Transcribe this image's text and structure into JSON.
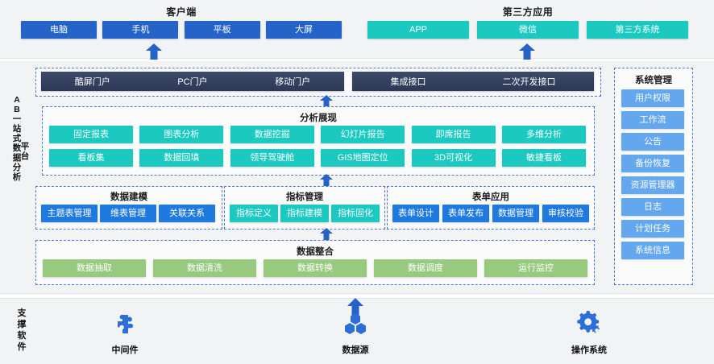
{
  "top": {
    "client": {
      "title": "客户端",
      "items": [
        "电脑",
        "手机",
        "平板",
        "大屏"
      ]
    },
    "thirdparty": {
      "title": "第三方应用",
      "items": [
        "APP",
        "微信",
        "第三方系统"
      ]
    }
  },
  "platform": {
    "vertical_label": "AB一站式数据分析",
    "vertical_label_2": "平台",
    "portal_bar": {
      "left_items": [
        "酷屏门户",
        "PC门户",
        "移动门户"
      ],
      "right_items": [
        "集成接口",
        "二次开发接口"
      ]
    },
    "analysis": {
      "title": "分析展现",
      "row1": [
        "固定报表",
        "图表分析",
        "数据挖掘",
        "幻灯片报告",
        "即席报告",
        "多维分析"
      ],
      "row2": [
        "看板集",
        "数据回填",
        "领导驾驶舱",
        "GIS地图定位",
        "3D可视化",
        "敏捷看板"
      ]
    },
    "modeling": {
      "title": "数据建模",
      "items": [
        "主题表管理",
        "维表管理",
        "关联关系"
      ]
    },
    "indicator": {
      "title": "指标管理",
      "items": [
        "指标定义",
        "指标建模",
        "指标固化"
      ]
    },
    "form": {
      "title": "表单应用",
      "items": [
        "表单设计",
        "表单发布",
        "数据管理",
        "审核校验"
      ]
    },
    "integration": {
      "title": "数据整合",
      "items": [
        "数据抽取",
        "数据清洗",
        "数据转换",
        "数据调度",
        "运行监控"
      ]
    },
    "system": {
      "title": "系统管理",
      "items": [
        "用户权限",
        "工作流",
        "公告",
        "备份恢复",
        "资源管理器",
        "日志",
        "计划任务",
        "系统信息"
      ]
    }
  },
  "bottom": {
    "label": "支撑软件",
    "items": [
      {
        "caption": "中间件",
        "icon": "puzzle-piece-icon"
      },
      {
        "caption": "数据源",
        "icon": "database-nodes-icon"
      },
      {
        "caption": "操作系统",
        "icon": "gear-icon"
      }
    ]
  },
  "colors": {
    "blue": "#2563c9",
    "teal": "#1bc9c0",
    "tile_blue": "#1f7ae0",
    "green": "#97c97e",
    "light_blue": "#63a7ef",
    "navy": "#2c3855",
    "dash": "#4a76d0"
  }
}
